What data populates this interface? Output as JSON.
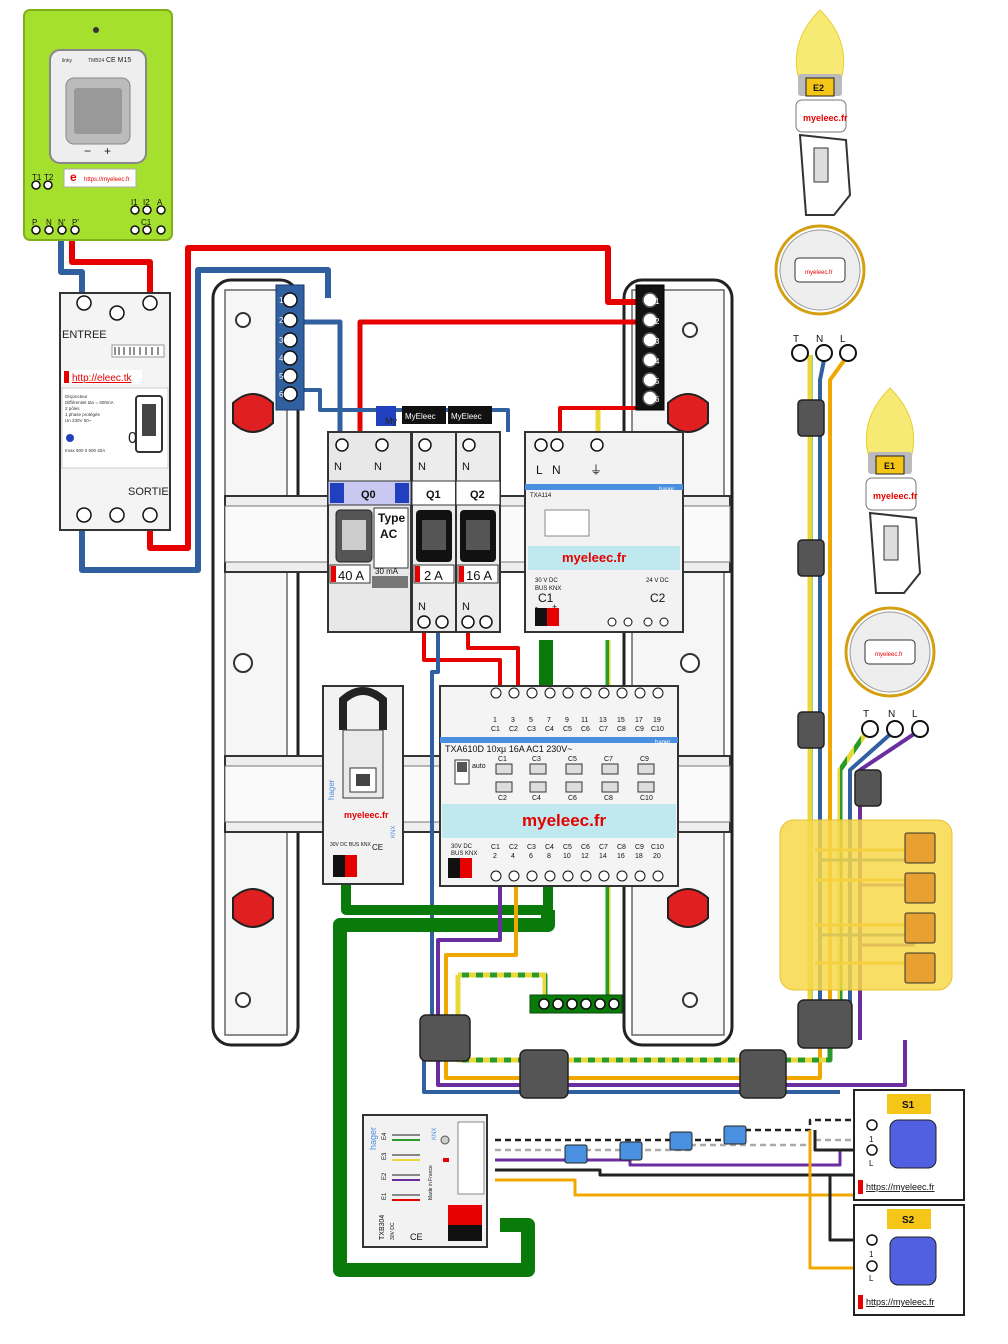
{
  "meter": {
    "tiny_brand": "linky",
    "tiny_model": "TMB24",
    "ce_mark": "CE M15",
    "minus": "−",
    "plus": "+",
    "t1": "T1",
    "t2": "T2",
    "i1": "I1",
    "i2": "I2",
    "a": "A",
    "c1": "C1",
    "p": "P",
    "n": "N",
    "n_prime": "N'",
    "p_prime": "P'",
    "url": "https://myeleec.fr"
  },
  "branch_breaker": {
    "top_label": "ENTREE",
    "bottom_label": "SORTIE",
    "url": "http://eleec.tk",
    "spec_lines": [
      "Disjoncteur",
      "Différentiel I∆n = 500mA",
      "2 pôles",
      "1 phase protégée",
      "Un 230V 50~",
      "Imax  500 II  500  40A"
    ],
    "toggle": "0"
  },
  "neutral_bar": {
    "numbers": [
      "1",
      "2",
      "3",
      "4",
      "5",
      "6"
    ]
  },
  "phase_bar": {
    "numbers": [
      "1",
      "2",
      "3",
      "4",
      "5",
      "6"
    ]
  },
  "q0": {
    "label": "Q0",
    "terms": [
      "N",
      "N"
    ],
    "type_label": "Type",
    "type_value": "AC",
    "rating": "40 A",
    "sensitivity": "30 mA",
    "brand": "My"
  },
  "q1": {
    "label": "Q1",
    "brand": "MyEleec",
    "term": "N",
    "rating": "2 A",
    "bottom": "N"
  },
  "q2": {
    "label": "Q2",
    "brand": "MyEleec",
    "term": "N",
    "rating": "16 A",
    "bottom": "N"
  },
  "psu": {
    "terms": [
      "L",
      "N",
      "⏚"
    ],
    "model": "TXA114",
    "brand": "hager",
    "watermark": "myeleec.fr",
    "out_left": "30 V DC",
    "bus": "BUS KNX",
    "out_right": "24 V DC",
    "c1": "C1",
    "c2": "C2",
    "minus": "-",
    "plus": "+"
  },
  "actuator": {
    "top_numbers": [
      "1",
      "3",
      "5",
      "7",
      "9",
      "11",
      "13",
      "15",
      "17",
      "19"
    ],
    "top_channels": [
      "C1",
      "C2",
      "C3",
      "C4",
      "C5",
      "C6",
      "C7",
      "C8",
      "C9",
      "C10"
    ],
    "model": "TXA610D 10xµ  16A AC1 230V~",
    "brand": "hager",
    "auto": "auto",
    "channels": [
      "C1",
      "C3",
      "C5",
      "C7",
      "C9",
      "C2",
      "C4",
      "C6",
      "C8",
      "C10"
    ],
    "watermark": "myeleec.fr",
    "bus_left": "30V DC",
    "bus": "BUS KNX",
    "bottom_channels": [
      "C1",
      "C2",
      "C3",
      "C4",
      "C5",
      "C6",
      "C7",
      "C8",
      "C9",
      "C10"
    ],
    "bottom_numbers": [
      "2",
      "4",
      "6",
      "8",
      "10",
      "12",
      "14",
      "16",
      "18",
      "20"
    ]
  },
  "usb": {
    "brand": "hager",
    "watermark": "myeleec.fr",
    "bus": "30V DC BUS KNX",
    "knx": "KNX",
    "ce": "CE"
  },
  "input_module": {
    "brand": "hager",
    "knx": "KNX",
    "model": "TXB304",
    "specs": "30V DC",
    "made_in": "Made in France",
    "inputs": [
      "E4",
      "E3",
      "E2",
      "E1"
    ],
    "ce": "CE"
  },
  "lamps": {
    "e2_label": "E2",
    "e1_label": "E1",
    "watermark": "myeleec.fr",
    "term_labels": [
      "T",
      "N",
      "L"
    ]
  },
  "switches": {
    "s1_label": "S1",
    "s2_label": "S2",
    "terms": [
      "1",
      "L"
    ],
    "url": "https://myeleec.fr"
  },
  "colors": {
    "phase": "#e60000",
    "neutral": "#3060a0",
    "earth_green": "#2a9a2a",
    "earth_yellow": "#e8d83a",
    "bus_green": "#0a7a0a",
    "switched": "#f0a800",
    "return": "#6a2ea0",
    "meter_green": "#a6e02e"
  }
}
